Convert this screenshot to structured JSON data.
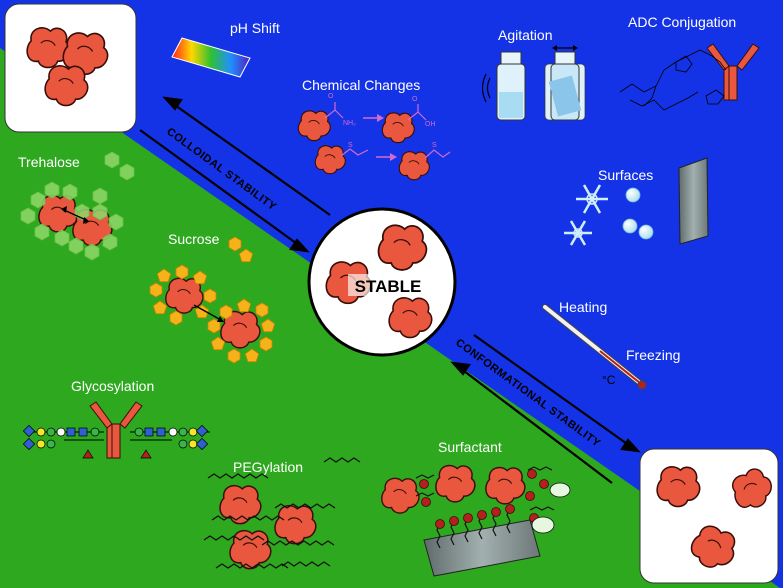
{
  "labels": {
    "ph_shift": "pH Shift",
    "chemical_changes": "Chemical Changes",
    "agitation": "Agitation",
    "adc_conjugation": "ADC Conjugation",
    "surfaces": "Surfaces",
    "heating": "Heating",
    "freezing": "Freezing",
    "celsius": "°C",
    "trehalose": "Trehalose",
    "sucrose": "Sucrose",
    "glycosylation": "Glycosylation",
    "pegylation": "PEGylation",
    "surfactant": "Surfactant",
    "stable": "STABLE",
    "colloidal_stability": "COLLOIDAL STABILITY",
    "conformational_stability": "CONFORMATIONAL STABILITY",
    "nh2": "NH₂",
    "oh": "OH",
    "o_top": "O",
    "o_mid": "O",
    "s_left": "S",
    "s_right": "S"
  },
  "colors": {
    "stress_region": "#1433e6",
    "stabilizer_region": "#2ea81f",
    "protein": "#e9573f",
    "protein_outline": "#3a0e08",
    "sugar_yellow": "#f5b21a",
    "sugar_green": "#8fd86a",
    "annotation_pink": "#d36ad3"
  }
}
